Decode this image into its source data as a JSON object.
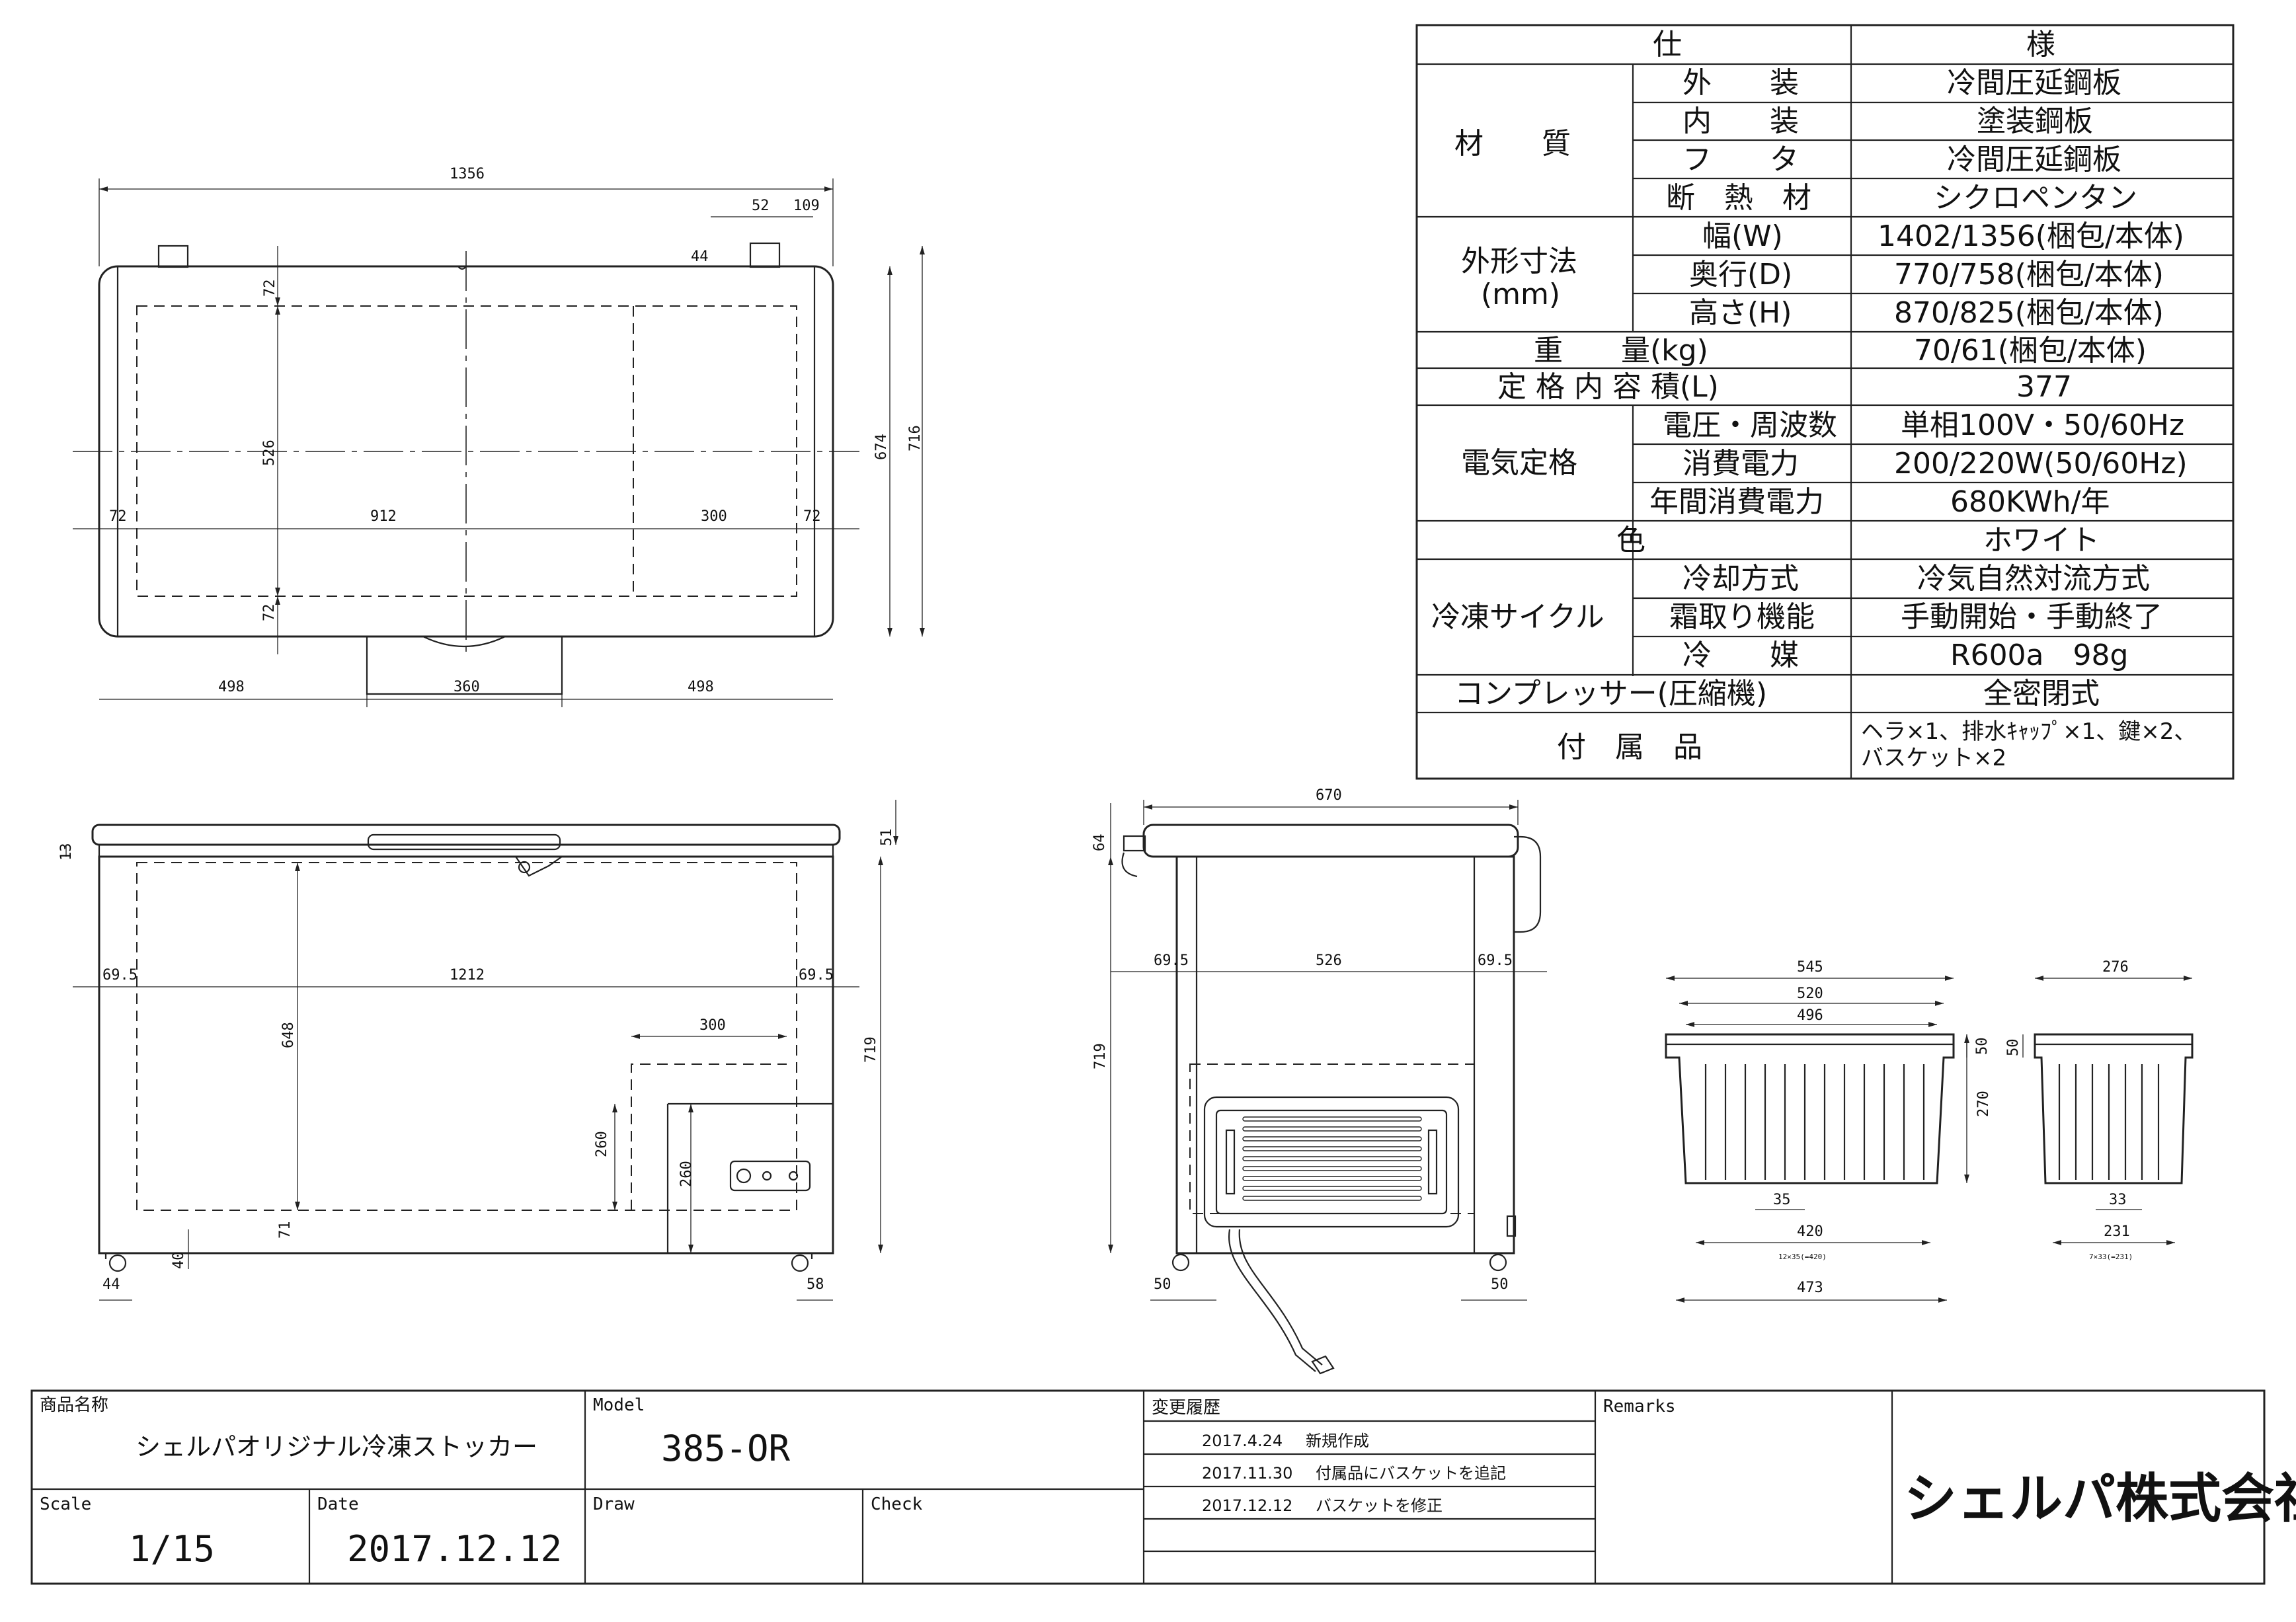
{
  "spec_table": {
    "header": [
      "仕",
      "様"
    ],
    "rows": [
      {
        "group": "材　　質",
        "item": "外　　装",
        "value": "冷間圧延鋼板"
      },
      {
        "group": "",
        "item": "内　　装",
        "value": "塗装鋼板"
      },
      {
        "group": "",
        "item": "フ　　タ",
        "value": "冷間圧延鋼板"
      },
      {
        "group": "",
        "item": "断　熱　材",
        "value": "シクロペンタン"
      },
      {
        "group": "外形寸法\n(mm)",
        "item": "幅(W)",
        "value": "1402/1356(梱包/本体)"
      },
      {
        "group": "",
        "item": "奥行(D)",
        "value": "770/758(梱包/本体)"
      },
      {
        "group": "",
        "item": "高さ(H)",
        "value": "870/825(梱包/本体)"
      },
      {
        "group": "重　　量(kg)",
        "item": "",
        "value": "70/61(梱包/本体)"
      },
      {
        "group": "定 格 内 容 積(L)",
        "item": "",
        "value": "377"
      },
      {
        "group": "電気定格",
        "item": "電圧・周波数",
        "value": "単相100V・50/60Hz"
      },
      {
        "group": "",
        "item": "消費電力",
        "value": "200/220W(50/60Hz)"
      },
      {
        "group": "",
        "item": "年間消費電力",
        "value": "680KWh/年"
      },
      {
        "group": "色",
        "item": "",
        "value": "ホワイト"
      },
      {
        "group": "冷凍サイクル",
        "item": "冷却方式",
        "value": "冷気自然対流方式"
      },
      {
        "group": "",
        "item": "霜取り機能",
        "value": "手動開始・手動終了"
      },
      {
        "group": "",
        "item": "冷　　媒",
        "value": "R600a　98g"
      },
      {
        "group": "コンプレッサー(圧縮機)",
        "item": "",
        "value": "全密閉式"
      },
      {
        "group": "付　属　品",
        "item": "",
        "value": "ヘラ×1、排水ｷｬｯﾌﾟ×1、鍵×2、\nバスケット×2"
      }
    ]
  },
  "dimensions": {
    "top_view": [
      "1356",
      "52",
      "109",
      "44",
      "72",
      "526",
      "72",
      "674",
      "716",
      "72",
      "912",
      "300",
      "72",
      "498",
      "360",
      "498"
    ],
    "front_view": [
      "13",
      "51",
      "69.5",
      "1212",
      "69.5",
      "648",
      "300",
      "719",
      "260",
      "260",
      "71",
      "40",
      "44",
      "58"
    ],
    "side_view": [
      "670",
      "64",
      "69.5",
      "526",
      "69.5",
      "719",
      "50",
      "50"
    ],
    "basket_large": [
      "545",
      "520",
      "496",
      "50",
      "270",
      "35",
      "420",
      "12×35(=420)",
      "473"
    ],
    "basket_small": [
      "276",
      "50",
      "33",
      "231",
      "7×33(=231)"
    ]
  },
  "title_block": {
    "product_label": "商品名称",
    "product_name": "シェルパオリジナル冷凍ストッカー",
    "model_label": "Model",
    "model": "385-OR",
    "history_label": "変更履歴",
    "history": [
      {
        "date": "2017.4.24",
        "text": "新規作成"
      },
      {
        "date": "2017.11.30",
        "text": "付属品にバスケットを追記"
      },
      {
        "date": "2017.12.12",
        "text": "バスケットを修正"
      }
    ],
    "remarks_label": "Remarks",
    "company": "シェルパ株式会社",
    "scale_label": "Scale",
    "scale": "1/15",
    "date_label": "Date",
    "date": "2017.12.12",
    "draw_label": "Draw",
    "check_label": "Check"
  }
}
